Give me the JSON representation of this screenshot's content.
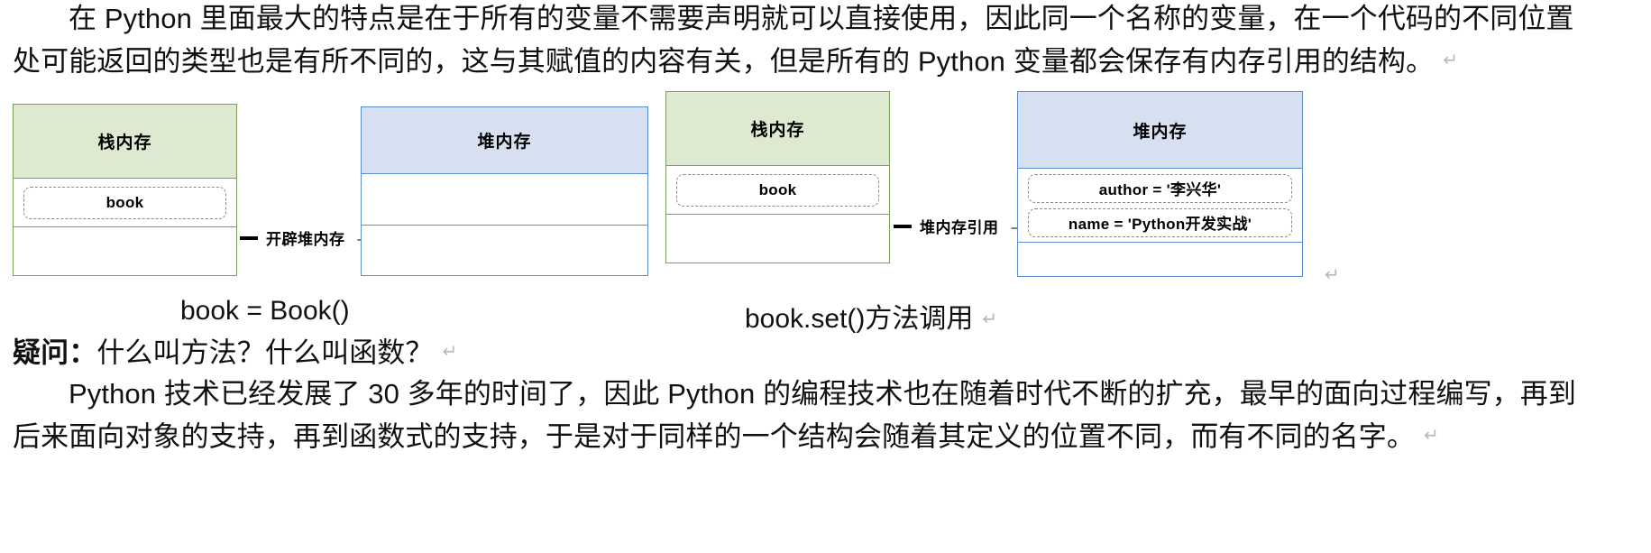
{
  "document": {
    "paragraph_1": {
      "line_1": "在 Python 里面最大的特点是在于所有的变量不需要声明就可以直接使用，因此同一个名称的变量，在一个代码的不同位置",
      "line_2": "处可能返回的类型也是有所不同的，这与其赋值的内容有关，但是所有的 Python 变量都会保存有内存引用的结构。",
      "pilcrow": "↵"
    },
    "question_line": {
      "label": "疑问：",
      "text": "什么叫方法？什么叫函数？",
      "pilcrow": "↵"
    },
    "paragraph_2": {
      "line_1": "Python 技术已经发展了 30 多年的时间了，因此 Python 的编程技术也在随着时代不断的扩充，最早的面向过程编写，再到",
      "line_2": "后来面向对象的支持，再到函数式的支持，于是对于同样的一个结构会随着其定义的位置不同，而有不同的名字。",
      "pilcrow": "↵"
    }
  },
  "diagram": {
    "stack_1": {
      "header": "栈内存",
      "slot_1": "book",
      "slot_2": ""
    },
    "connector_1": {
      "label": "开辟堆内存",
      "arrow": "→"
    },
    "heap_1": {
      "header": "堆内存",
      "row_1": "",
      "row_2": ""
    },
    "stack_2": {
      "header": "栈内存",
      "slot_1": "book",
      "slot_2": ""
    },
    "connector_2": {
      "label": "堆内存引用",
      "arrow": "→"
    },
    "heap_2": {
      "header": "堆内存",
      "field_1": "author = '李兴华'",
      "field_2": "name = 'Python开发实战'",
      "row_3": ""
    },
    "captions": {
      "left": "book = Book()",
      "right": "book.set()方法调用",
      "right_pilcrow": "↵"
    },
    "colors": {
      "stack_fill": "#dde9d0",
      "stack_border": "#7ba05b",
      "heap_fill": "#d6e0f0",
      "heap_border": "#5b8cd0",
      "slot_border": "#8a8a8a"
    }
  }
}
